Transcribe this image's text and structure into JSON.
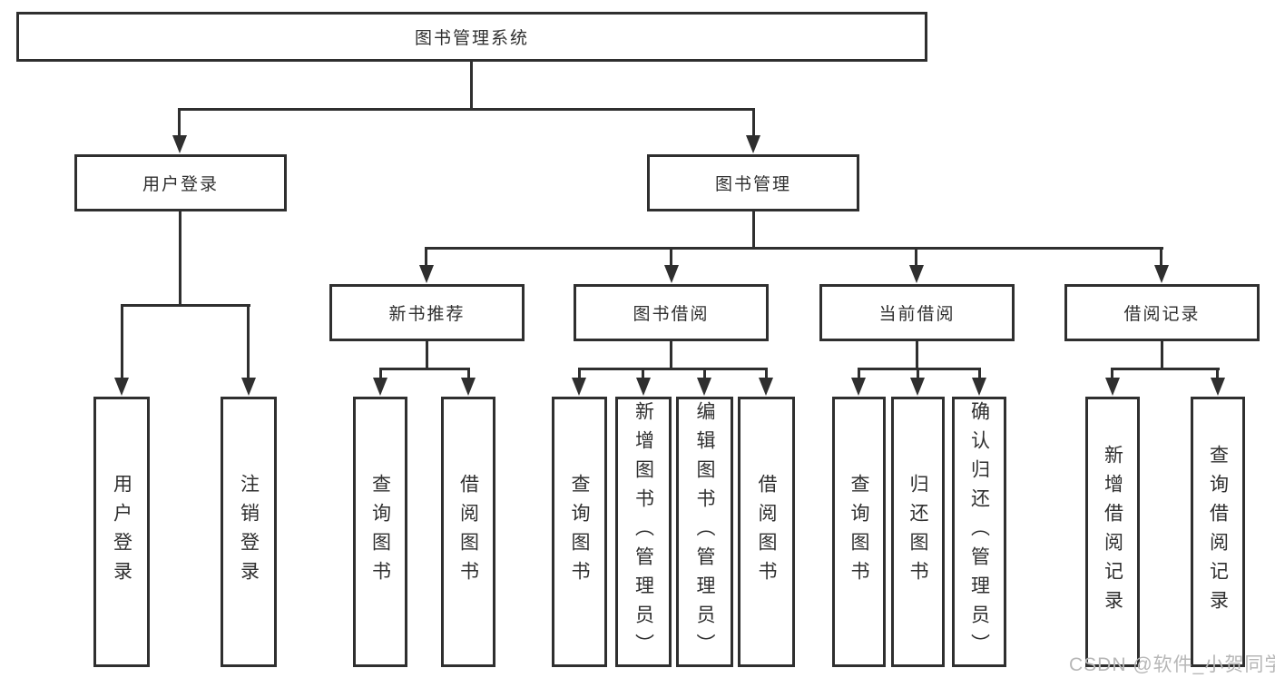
{
  "diagram": {
    "type": "tree",
    "root": {
      "label": "图书管理系统"
    },
    "l2": [
      {
        "label": "用户登录",
        "leaves": [
          {
            "label": "用户登录"
          },
          {
            "label": "注销登录"
          }
        ]
      },
      {
        "label": "图书管理",
        "sections": [
          {
            "label": "新书推荐",
            "leaves": [
              {
                "label": "查询图书"
              },
              {
                "label": "借阅图书"
              }
            ]
          },
          {
            "label": "图书借阅",
            "leaves": [
              {
                "label": "查询图书"
              },
              {
                "label": "新增图书（管理员）"
              },
              {
                "label": "编辑图书（管理员）"
              },
              {
                "label": "借阅图书"
              }
            ]
          },
          {
            "label": "当前借阅",
            "leaves": [
              {
                "label": "查询图书"
              },
              {
                "label": "归还图书"
              },
              {
                "label": "确认归还（管理员）"
              }
            ]
          },
          {
            "label": "借阅记录",
            "leaves": [
              {
                "label": "新增借阅记录"
              },
              {
                "label": "查询借阅记录"
              }
            ]
          }
        ]
      }
    ]
  },
  "watermark": {
    "text": "CSDN @软件_小贺同学",
    "color": "#b7b7b7"
  },
  "colors": {
    "line": "#2f2f2f",
    "text": "#2f2f2f",
    "background": "#ffffff"
  }
}
